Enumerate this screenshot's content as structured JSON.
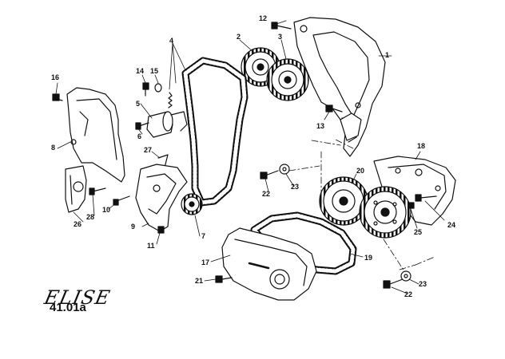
{
  "diagram": {
    "brand_logo": "ELISE",
    "page_code": "41.01a",
    "callouts": {
      "c1": "1",
      "c2": "2",
      "c3": "3",
      "c4": "4",
      "c5": "5",
      "c6": "6",
      "c7": "7",
      "c8": "8",
      "c9": "9",
      "c10": "10",
      "c11": "11",
      "c12": "12",
      "c13": "13",
      "c14": "14",
      "c15": "15",
      "c16": "16",
      "c17": "17",
      "c18": "18",
      "c19": "19",
      "c20": "20",
      "c21": "21",
      "c22a": "22",
      "c22b": "22",
      "c23a": "23",
      "c23b": "23",
      "c24": "24",
      "c25": "25",
      "c26": "26",
      "c27": "27",
      "c28": "28"
    }
  }
}
